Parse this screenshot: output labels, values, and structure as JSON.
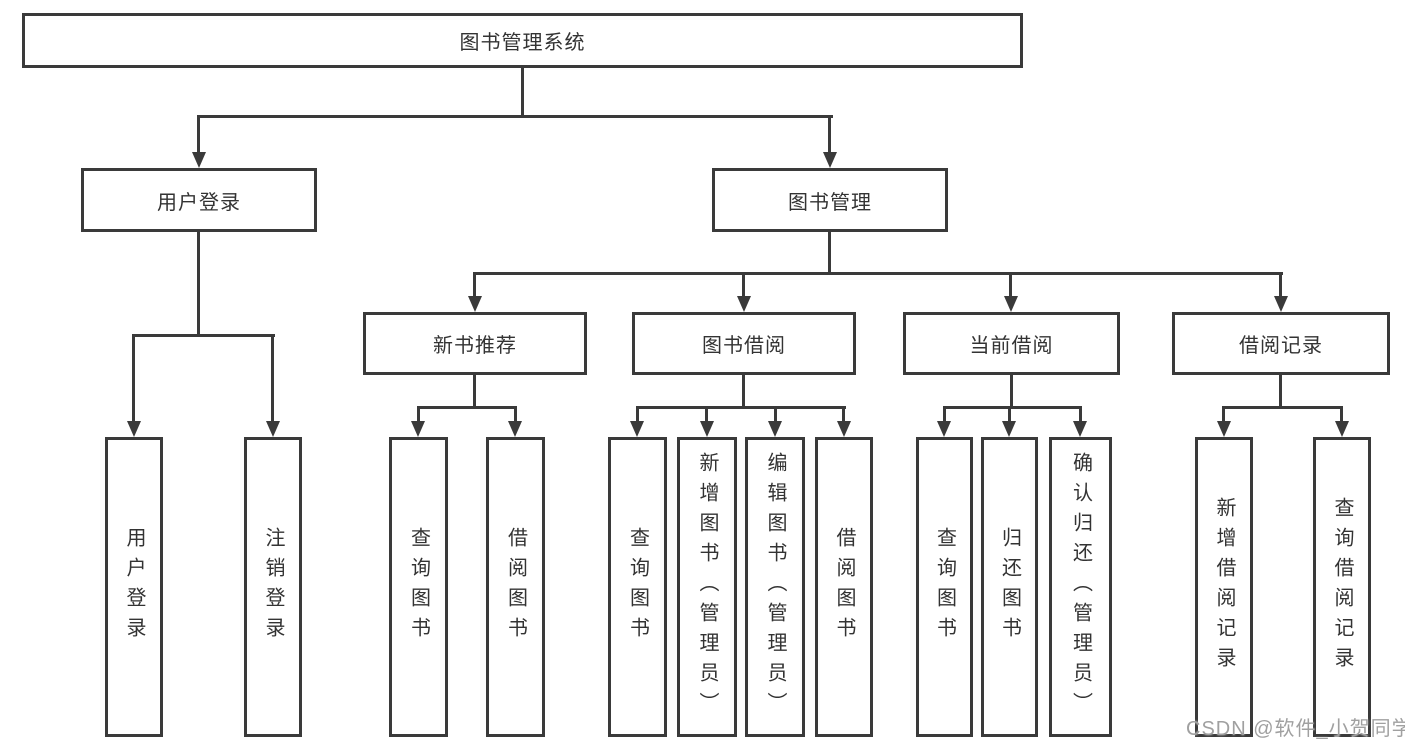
{
  "diagram": {
    "root": {
      "label": "图书管理系统"
    },
    "level2": [
      {
        "label": "用户登录",
        "leaves": [
          "用户登录",
          "注销登录"
        ]
      },
      {
        "label": "图书管理"
      }
    ],
    "level3": [
      {
        "label": "新书推荐",
        "leaves": [
          "查询图书",
          "借阅图书"
        ]
      },
      {
        "label": "图书借阅",
        "leaves": [
          "查询图书",
          "新增图书（管理员）",
          "编辑图书（管理员）",
          "借阅图书"
        ]
      },
      {
        "label": "当前借阅",
        "leaves": [
          "查询图书",
          "归还图书",
          "确认归还（管理员）"
        ]
      },
      {
        "label": "借阅记录",
        "leaves": [
          "新增借阅记录",
          "查询借阅记录"
        ]
      }
    ]
  },
  "watermark": {
    "text": "CSDN @软件_小贺同学"
  },
  "colors": {
    "line": "#3a3a3a",
    "text": "#333333",
    "background": "#ffffff",
    "watermark": "#a0a0a0"
  }
}
